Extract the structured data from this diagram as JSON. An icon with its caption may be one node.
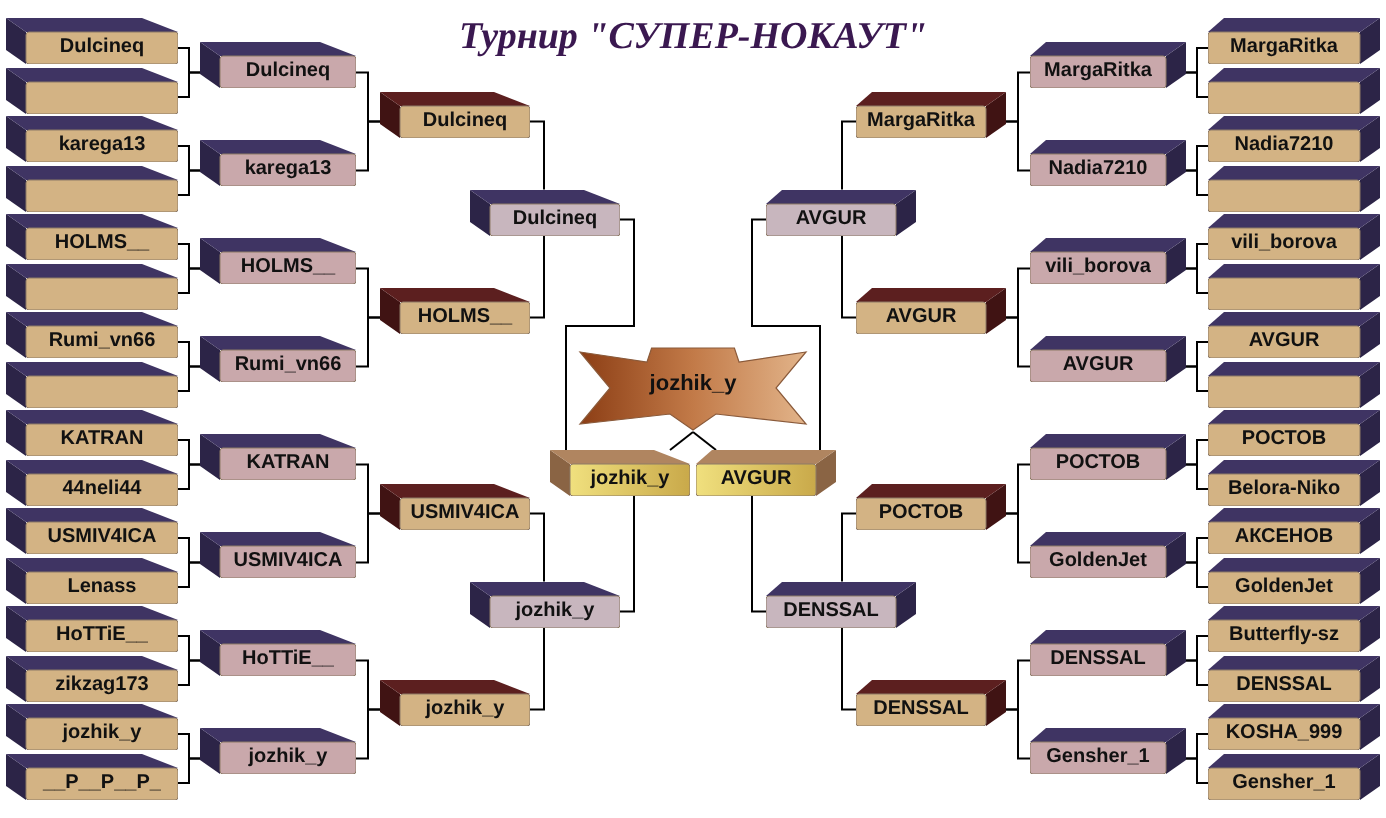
{
  "diagram": {
    "title": "Турнир \"СУПЕР-НОКАУТ\"",
    "nodes": [
      {
        "text": [
          "Dulcineq"
        ]
      },
      {
        "text": [],
        "shape": "box"
      },
      {
        "text": [
          "karega13"
        ]
      },
      {
        "text": [],
        "shape": "box"
      },
      {
        "text": [
          "HOLMS__"
        ]
      },
      {
        "text": [],
        "shape": "box"
      },
      {
        "text": [
          "Rumi_vn66"
        ]
      },
      {
        "text": [],
        "shape": "box"
      },
      {
        "text": [
          "KATRAN"
        ]
      },
      {
        "text": [
          "44neli44"
        ]
      },
      {
        "text": [
          "USMIV4ICA"
        ]
      },
      {
        "text": [
          "Lenass"
        ]
      },
      {
        "text": [
          "HoTTiE__"
        ]
      },
      {
        "text": [
          "zikzag173"
        ]
      },
      {
        "text": [
          "jozhik_y"
        ]
      },
      {
        "text": [
          "__P__P__P_"
        ]
      },
      {
        "text": [
          "Dulcineq"
        ]
      },
      {
        "text": [
          "karega13"
        ]
      },
      {
        "text": [
          "HOLMS__"
        ]
      },
      {
        "text": [
          "Rumi_vn66"
        ]
      },
      {
        "text": [
          "KATRAN"
        ]
      },
      {
        "text": [
          "USMIV4ICA"
        ]
      },
      {
        "text": [
          "HoTTiE__"
        ]
      },
      {
        "text": [
          "jozhik_y"
        ]
      },
      {
        "text": [
          "Dulcineq"
        ]
      },
      {
        "text": [
          "HOLMS__"
        ]
      },
      {
        "text": [
          "USMIV4ICA"
        ]
      },
      {
        "text": [
          "jozhik_y"
        ]
      },
      {
        "text": [
          "Dulcineq"
        ]
      },
      {
        "text": [
          "jozhik_y"
        ]
      },
      {
        "text": [
          "jozhik_y"
        ]
      },
      {
        "text": [
          "jozhik_y"
        ]
      },
      {
        "text": [
          "AVGUR"
        ]
      },
      {
        "text": [
          "AVGUR"
        ]
      },
      {
        "text": [
          "DENSSAL"
        ]
      },
      {
        "text": [
          "MargaRitka"
        ]
      },
      {
        "text": [
          "AVGUR"
        ]
      },
      {
        "text": [
          "РОСТОВ"
        ]
      },
      {
        "text": [
          "DENSSAL"
        ]
      },
      {
        "text": [
          "MargaRitka"
        ]
      },
      {
        "text": [
          "Nadia7210"
        ]
      },
      {
        "text": [
          "vili_borova"
        ]
      },
      {
        "text": [
          "AVGUR"
        ]
      },
      {
        "text": [
          "РОСТОВ"
        ]
      },
      {
        "text": [
          "GoldenJet"
        ]
      },
      {
        "text": [
          "DENSSAL"
        ]
      },
      {
        "text": [
          "Gensher_1"
        ]
      },
      {
        "text": [
          "MargaRitka"
        ]
      },
      {
        "text": [],
        "shape": "box"
      },
      {
        "text": [
          "Nadia7210"
        ]
      },
      {
        "text": [],
        "shape": "box"
      },
      {
        "text": [
          "vili_borova"
        ]
      },
      {
        "text": [],
        "shape": "box"
      },
      {
        "text": [
          "AVGUR"
        ]
      },
      {
        "text": [],
        "shape": "box"
      },
      {
        "text": [
          "РОСТОВ"
        ]
      },
      {
        "text": [
          "Belora-Niko"
        ]
      },
      {
        "text": [
          "АКСЕНОВ"
        ]
      },
      {
        "text": [
          "GoldenJet"
        ]
      },
      {
        "text": [
          "Butterfly-sz"
        ]
      },
      {
        "text": [
          "DENSSAL"
        ]
      },
      {
        "text": [
          "KOSHA_999"
        ]
      },
      {
        "text": [
          "Gensher_1"
        ]
      }
    ],
    "edges": [
      {
        "from": 0,
        "to": 16,
        "arrow": "none"
      },
      {
        "from": 1,
        "to": 16,
        "arrow": "none"
      },
      {
        "from": 2,
        "to": 17,
        "arrow": "none"
      },
      {
        "from": 3,
        "to": 17,
        "arrow": "none"
      },
      {
        "from": 4,
        "to": 18,
        "arrow": "none"
      },
      {
        "from": 5,
        "to": 18,
        "arrow": "none"
      },
      {
        "from": 6,
        "to": 19,
        "arrow": "none"
      },
      {
        "from": 7,
        "to": 19,
        "arrow": "none"
      },
      {
        "from": 8,
        "to": 20,
        "arrow": "none"
      },
      {
        "from": 9,
        "to": 20,
        "arrow": "none"
      },
      {
        "from": 10,
        "to": 21,
        "arrow": "none"
      },
      {
        "from": 11,
        "to": 21,
        "arrow": "none"
      },
      {
        "from": 12,
        "to": 22,
        "arrow": "none"
      },
      {
        "from": 13,
        "to": 22,
        "arrow": "none"
      },
      {
        "from": 14,
        "to": 23,
        "arrow": "none"
      },
      {
        "from": 15,
        "to": 23,
        "arrow": "none"
      },
      {
        "from": 16,
        "to": 24,
        "arrow": "none"
      },
      {
        "from": 17,
        "to": 24,
        "arrow": "none"
      },
      {
        "from": 18,
        "to": 25,
        "arrow": "none"
      },
      {
        "from": 19,
        "to": 25,
        "arrow": "none"
      },
      {
        "from": 20,
        "to": 26,
        "arrow": "none"
      },
      {
        "from": 21,
        "to": 26,
        "arrow": "none"
      },
      {
        "from": 22,
        "to": 27,
        "arrow": "none"
      },
      {
        "from": 23,
        "to": 27,
        "arrow": "none"
      },
      {
        "from": 24,
        "to": 28,
        "arrow": "none"
      },
      {
        "from": 25,
        "to": 28,
        "arrow": "none"
      },
      {
        "from": 26,
        "to": 29,
        "arrow": "none"
      },
      {
        "from": 27,
        "to": 29,
        "arrow": "none"
      },
      {
        "from": 28,
        "to": 31,
        "arrow": "none"
      },
      {
        "from": 29,
        "to": 31,
        "arrow": "none"
      },
      {
        "from": 31,
        "to": 30,
        "arrow": "none"
      },
      {
        "from": 32,
        "to": 30,
        "arrow": "none"
      },
      {
        "from": 33,
        "to": 32,
        "arrow": "none"
      },
      {
        "from": 34,
        "to": 32,
        "arrow": "none"
      },
      {
        "from": 35,
        "to": 33,
        "arrow": "none"
      },
      {
        "from": 36,
        "to": 33,
        "arrow": "none"
      },
      {
        "from": 37,
        "to": 34,
        "arrow": "none"
      },
      {
        "from": 38,
        "to": 34,
        "arrow": "none"
      },
      {
        "from": 39,
        "to": 35,
        "arrow": "none"
      },
      {
        "from": 40,
        "to": 35,
        "arrow": "none"
      },
      {
        "from": 41,
        "to": 36,
        "arrow": "none"
      },
      {
        "from": 42,
        "to": 36,
        "arrow": "none"
      },
      {
        "from": 43,
        "to": 37,
        "arrow": "none"
      },
      {
        "from": 44,
        "to": 37,
        "arrow": "none"
      },
      {
        "from": 45,
        "to": 38,
        "arrow": "none"
      },
      {
        "from": 46,
        "to": 38,
        "arrow": "none"
      },
      {
        "from": 47,
        "to": 39,
        "arrow": "none"
      },
      {
        "from": 48,
        "to": 39,
        "arrow": "none"
      },
      {
        "from": 49,
        "to": 40,
        "arrow": "none"
      },
      {
        "from": 50,
        "to": 40,
        "arrow": "none"
      },
      {
        "from": 51,
        "to": 41,
        "arrow": "none"
      },
      {
        "from": 52,
        "to": 41,
        "arrow": "none"
      },
      {
        "from": 53,
        "to": 42,
        "arrow": "none"
      },
      {
        "from": 54,
        "to": 42,
        "arrow": "none"
      },
      {
        "from": 55,
        "to": 43,
        "arrow": "none"
      },
      {
        "from": 56,
        "to": 43,
        "arrow": "none"
      },
      {
        "from": 57,
        "to": 44,
        "arrow": "none"
      },
      {
        "from": 58,
        "to": 44,
        "arrow": "none"
      },
      {
        "from": 59,
        "to": 45,
        "arrow": "none"
      },
      {
        "from": 60,
        "to": 45,
        "arrow": "none"
      },
      {
        "from": 61,
        "to": 46,
        "arrow": "none"
      },
      {
        "from": 62,
        "to": 46,
        "arrow": "none"
      }
    ]
  }
}
